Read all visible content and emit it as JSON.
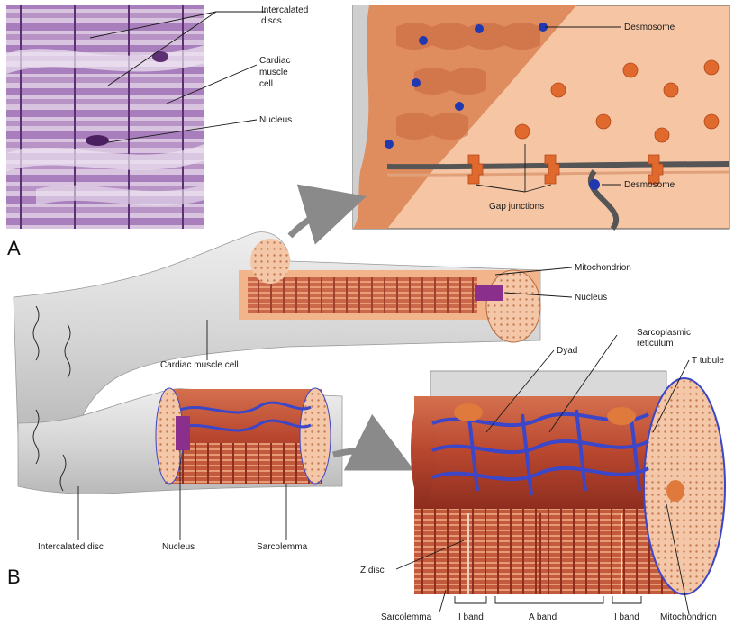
{
  "panels": {
    "a": "A",
    "b": "B"
  },
  "labels": {
    "intercalated_discs": [
      "Intercalated",
      "discs"
    ],
    "cardiac_muscle_cell_a": [
      "Cardiac",
      "muscle",
      "cell"
    ],
    "nucleus_a": "Nucleus",
    "desmosome_1": "Desmosome",
    "desmosome_2": "Desmosome",
    "gap_junctions": "Gap junctions",
    "mitochondrion_top": "Mitochondrion",
    "nucleus_top": "Nucleus",
    "cardiac_muscle_cell_b": "Cardiac muscle cell",
    "dyad": "Dyad",
    "sarcoplasmic_reticulum": [
      "Sarcoplasmic",
      "reticulum"
    ],
    "t_tubule": "T tubule",
    "intercalated_disc": "Intercalated disc",
    "nucleus_bottom": "Nucleus",
    "sarcolemma_mid": "Sarcolemma",
    "z_disc": "Z disc",
    "sarcolemma_bottom": "Sarcolemma",
    "i_band_left": "I band",
    "a_band": "A band",
    "i_band_right": "I band",
    "mitochondrion_bottom": "Mitochondrion"
  },
  "colors": {
    "histology_bg": "#cfb7d8",
    "histology_band": "#9a6fae",
    "cell_gray": "#dcdcdc",
    "myofibril": "#c0533a",
    "sarcoplasm": "#f0b48c",
    "reticulum": "#3b46c8",
    "nucleus": "#8a2f8c",
    "mito": "#e07a3c",
    "desmosome": "#2038b0",
    "arrow": "#8a8a8a"
  }
}
